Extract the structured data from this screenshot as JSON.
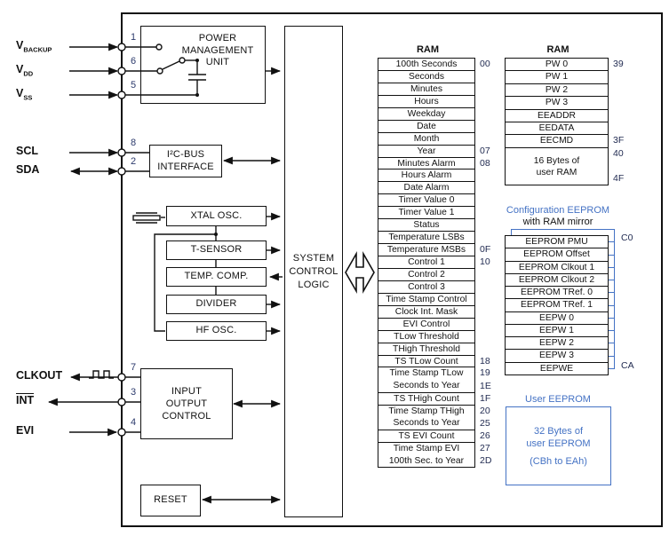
{
  "colors": {
    "accent_blue": "#4472c4",
    "number_navy": "#2c3a6c",
    "line_black": "#111111"
  },
  "pins": [
    {
      "name": "V",
      "sub": "BACKUP",
      "number": "1"
    },
    {
      "name": "V",
      "sub": "DD",
      "number": "6"
    },
    {
      "name": "V",
      "sub": "SS",
      "number": "5"
    },
    {
      "name": "SCL",
      "number": "8"
    },
    {
      "name": "SDA",
      "number": "2"
    },
    {
      "name": "CLKOUT",
      "number": "7"
    },
    {
      "name": "INT",
      "number": "3"
    },
    {
      "name": "EVI",
      "number": "4"
    }
  ],
  "blocks": {
    "pmu": "POWER\nMANAGEMENT\nUNIT",
    "i2c": "I²C-BUS\nINTERFACE",
    "xtal": "XTAL OSC.",
    "tsensor": "T-SENSOR",
    "tempcomp": "TEMP. COMP.",
    "divider": "DIVIDER",
    "hfosc": "HF OSC.",
    "ioc": "INPUT\nOUTPUT\nCONTROL",
    "reset": "RESET",
    "system": "SYSTEM\nCONTROL\nLOGIC"
  },
  "ram_left": {
    "title": "RAM",
    "rows": [
      {
        "name": "100th Seconds",
        "addr": "00"
      },
      {
        "name": "Seconds"
      },
      {
        "name": "Minutes"
      },
      {
        "name": "Hours"
      },
      {
        "name": "Weekday"
      },
      {
        "name": "Date"
      },
      {
        "name": "Month"
      },
      {
        "name": "Year",
        "addr": "07"
      },
      {
        "name": "Minutes Alarm",
        "addr": "08"
      },
      {
        "name": "Hours Alarm"
      },
      {
        "name": "Date Alarm"
      },
      {
        "name": "Timer Value 0"
      },
      {
        "name": "Timer Value 1"
      },
      {
        "name": "Status"
      },
      {
        "name": "Temperature LSBs"
      },
      {
        "name": "Temperature MSBs",
        "addr": "0F"
      },
      {
        "name": "Control 1",
        "addr": "10"
      },
      {
        "name": "Control 2"
      },
      {
        "name": "Control 3"
      },
      {
        "name": "Time Stamp Control"
      },
      {
        "name": "Clock Int. Mask"
      },
      {
        "name": "EVI Control"
      },
      {
        "name": "TLow Threshold"
      },
      {
        "name": "THigh Threshold"
      },
      {
        "name": "TS TLow Count",
        "addr": "18"
      },
      {
        "lines": [
          "Time Stamp TLow",
          "Seconds to Year"
        ],
        "addrs": [
          "19",
          "1E"
        ]
      },
      {
        "name": "TS THigh Count",
        "addr": "1F"
      },
      {
        "lines": [
          "Time Stamp THigh",
          "Seconds to Year"
        ],
        "addrs": [
          "20",
          "25"
        ]
      },
      {
        "name": "TS EVI Count",
        "addr": "26"
      },
      {
        "lines": [
          "Time Stamp EVI",
          "100th Sec. to Year"
        ],
        "addrs": [
          "27",
          "2D"
        ]
      }
    ]
  },
  "ram_right": {
    "title": "RAM",
    "rows": [
      {
        "name": "PW 0",
        "addr": "39"
      },
      {
        "name": "PW 1"
      },
      {
        "name": "PW 2"
      },
      {
        "name": "PW 3"
      },
      {
        "name": "EEADDR"
      },
      {
        "name": "EEDATA"
      },
      {
        "name": "EECMD",
        "addr": "3F"
      },
      {
        "lines": [
          "16 Bytes of",
          "user RAM"
        ],
        "addrs": [
          "40",
          "4F"
        ],
        "tall": true
      }
    ]
  },
  "config_eeprom": {
    "title_line1": "Configuration EEPROM",
    "title_line2": "with RAM mirror",
    "addr_top": "C0",
    "addr_bottom": "CA",
    "rows": [
      "EEPROM PMU",
      "EEPROM Offset",
      "EEPROM Clkout 1",
      "EEPROM Clkout 2",
      "EEPROM TRef. 0",
      "EEPROM TRef. 1",
      "EEPW 0",
      "EEPW 1",
      "EEPW 2",
      "EEPW 3",
      "EEPWE"
    ]
  },
  "user_eeprom": {
    "title": "User EEPROM",
    "body": "32 Bytes of\nuser EEPROM",
    "range": "(CBh to EAh)"
  }
}
